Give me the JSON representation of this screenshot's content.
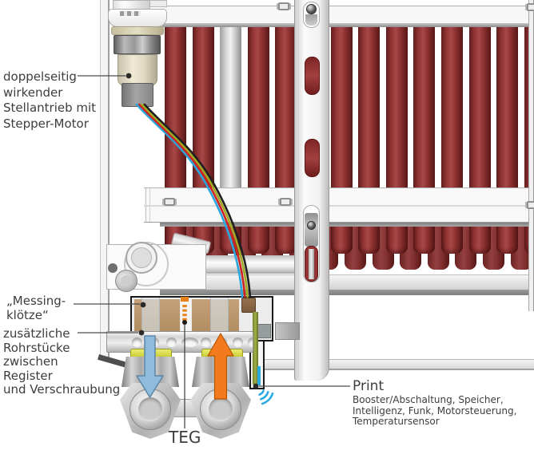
{
  "labels": {
    "actuator": "doppelseitig\nwirkender\nStellantrieb mit\nStepper-Motor",
    "brass": "„Messing-\nklötze“",
    "pipes": "zusätzliche\nRohrstücke\nzwischen\nRegister\nund Verschraubung",
    "teg": "TEG",
    "print_title": "Print",
    "print_sub": "Booster/Abschaltung, Speicher,\nIntelligenz, Funk, Motorsteuerung,\nTemperatursensor"
  },
  "colors": {
    "tube_red": "#8f3232",
    "arrow_orange": "#f37b1d",
    "arrow_blue": "#8fbcdc",
    "wifi_blue": "#29abe2",
    "pcb_green": "#8a9a3a",
    "brass_tan": "#bf9d74",
    "label_text": "#3d3d3d"
  },
  "icons": {
    "wifi": "wifi-signal-arcs",
    "brackets": "mounting-clip"
  }
}
